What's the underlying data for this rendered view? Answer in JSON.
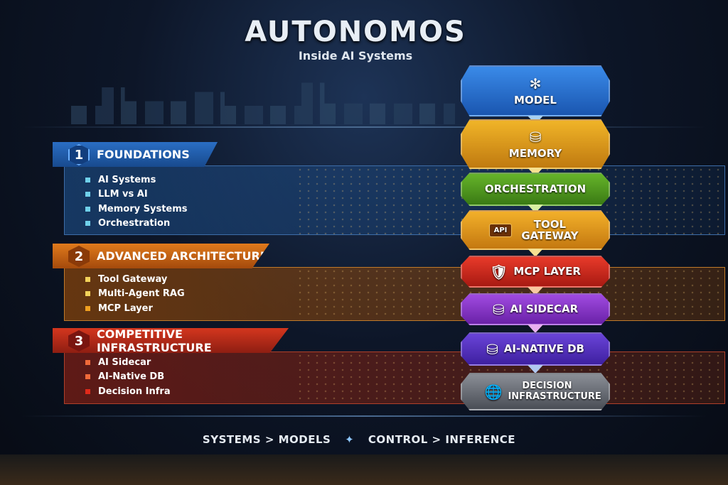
{
  "title": "AUTONOMOS",
  "subtitle": "Inside AI Systems",
  "sections": [
    {
      "number": "1",
      "title": "FOUNDATIONS",
      "items": [
        "AI Systems",
        "LLM vs AI",
        "Memory Systems",
        "Orchestration"
      ],
      "color": "#2a6ec4",
      "bullet": "#6fd0ea"
    },
    {
      "number": "2",
      "title": "ADVANCED ARCHITECTURE",
      "items": [
        "Tool Gateway",
        "Multi-Agent RAG",
        "MCP Layer"
      ],
      "color": "#e07a1c",
      "bullet": "#f2d25a"
    },
    {
      "number": "3",
      "title": "COMPETITIVE INFRASTRUCTURE",
      "items": [
        "AI Sidecar",
        "AI-Native DB",
        "Decision Infra"
      ],
      "color": "#d4361e",
      "bullet": "#f06a3a"
    }
  ],
  "stack": [
    {
      "label": "MODEL",
      "icon": "neural-network-icon",
      "color": "#1f6fd0"
    },
    {
      "label": "MEMORY",
      "icon": "database-icon",
      "color": "#e0a018"
    },
    {
      "label": "ORCHESTRATION",
      "icon": "",
      "color": "#4a9a1c"
    },
    {
      "label": "TOOL GATEWAY",
      "icon": "api-icon",
      "icon_text": "API",
      "color": "#e8a018"
    },
    {
      "label": "MCP LAYER",
      "icon": "shield-check-icon",
      "color": "#d02a1e"
    },
    {
      "label": "AI SIDECAR",
      "icon": "database-cluster-icon",
      "color": "#8a3ad0"
    },
    {
      "label": "AI-NATIVE DB",
      "icon": "database-icon",
      "color": "#5a30c0"
    },
    {
      "label": "DECISION INFRASTRUCTURE",
      "icon": "globe-icon",
      "color": "#6a6e76"
    }
  ],
  "footer": {
    "left": "SYSTEMS > MODELS",
    "right": "CONTROL > INFERENCE"
  }
}
